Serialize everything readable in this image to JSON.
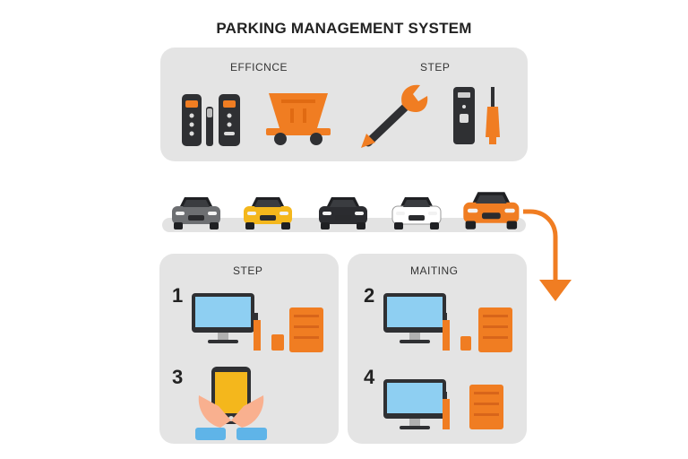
{
  "title": "PARKING MANAGEMENT SYSTEM",
  "top_panel": {
    "label_left": "EFFICNCE",
    "label_right": "STEP"
  },
  "cars": [
    {
      "color": "#6d6f72"
    },
    {
      "color": "#f4b71c"
    },
    {
      "color": "#2b2c30"
    },
    {
      "color": "#ffffff"
    },
    {
      "color": "#f07d22"
    }
  ],
  "panel_step": {
    "label": "STEP",
    "numbers": [
      "1",
      "3"
    ]
  },
  "panel_maiting": {
    "label": "MAITING",
    "numbers": [
      "2",
      "4"
    ]
  },
  "colors": {
    "accent": "#f07d22",
    "panel": "#e4e4e4",
    "screen": "#8ecff2",
    "dark": "#2f3033"
  },
  "icons": [
    "parking-meter-icon",
    "cart-icon",
    "wrench-icon",
    "payment-terminal-icon",
    "computer-icon",
    "cabinet-icon",
    "smartphone-icon",
    "down-arrow-icon"
  ]
}
